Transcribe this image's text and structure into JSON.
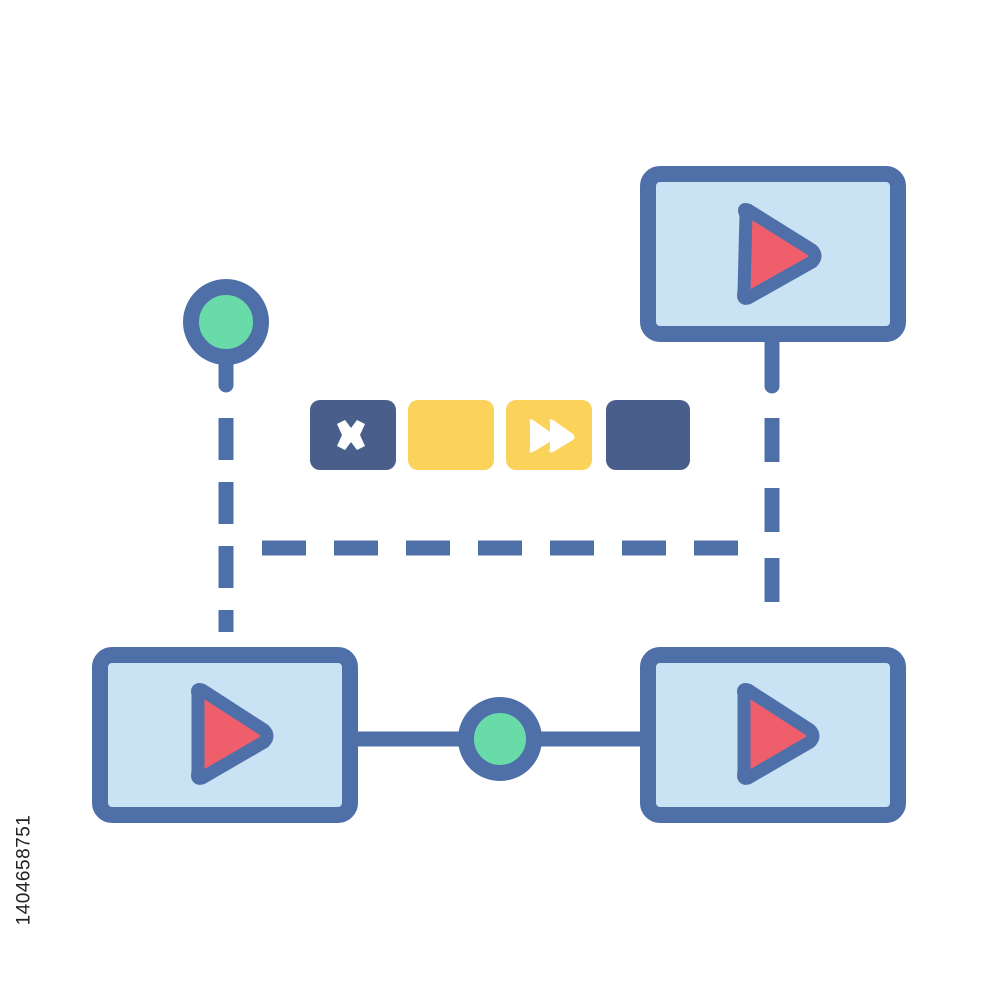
{
  "illustration": {
    "subject": "video workflow",
    "icons": {
      "video_player": "play-button-icon",
      "node": "connection-node-icon",
      "control_stop": "close-icon",
      "control_forward": "fast-forward-icon"
    }
  },
  "colors": {
    "outline": "#4f6fa8",
    "screen_fill": "#c9e3f5",
    "play_triangle": "#ef5f6b",
    "node_fill": "#69dba8",
    "dark_tile": "#4a5e8c",
    "yellow_tile": "#fbd35a",
    "background": "#ffffff"
  },
  "control_strip": [
    {
      "name": "stop-control",
      "icon": "close-icon"
    },
    {
      "name": "blank-yellow-control",
      "icon": ""
    },
    {
      "name": "fast-forward-control",
      "icon": "fast-forward-icon"
    },
    {
      "name": "blank-dark-control",
      "icon": ""
    }
  ],
  "stock_id": "1404658751"
}
